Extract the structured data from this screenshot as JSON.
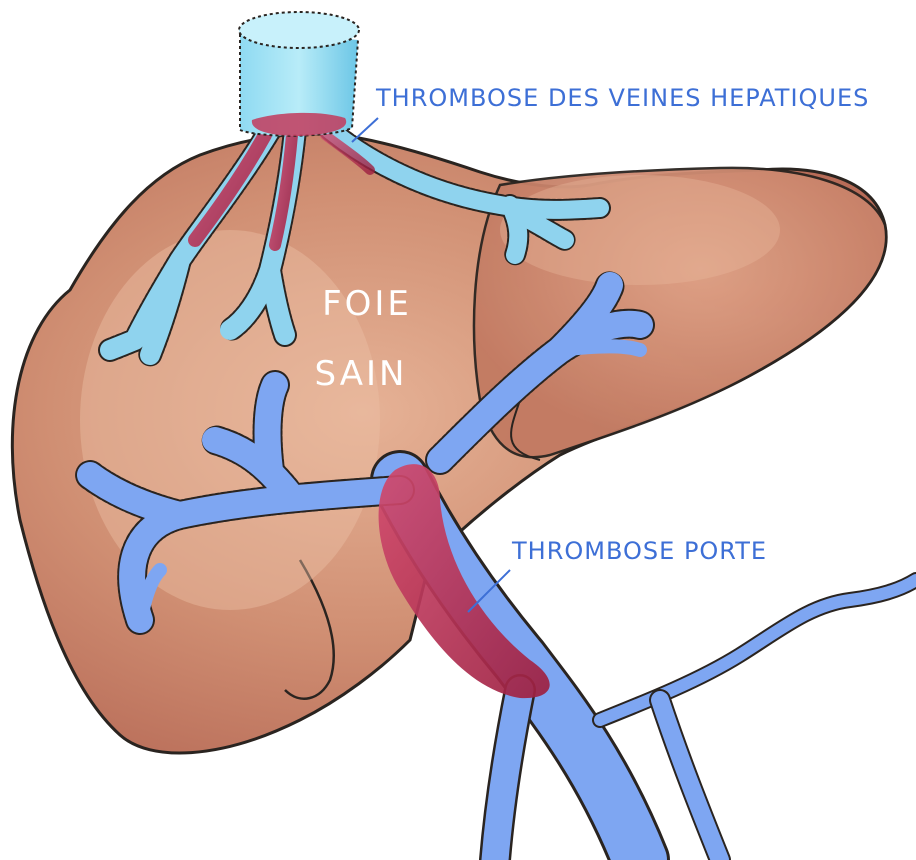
{
  "labels": {
    "hepatic_thrombosis": "THROMBOSE DES VEINES HEPATIQUES",
    "portal_thrombosis": "THROMBOSE PORTE",
    "organ_line1": "FOIE",
    "organ_line2": "SAIN"
  },
  "colors": {
    "liver": "#c98066",
    "liver_light": "#e3a88e",
    "outline": "#2a2420",
    "vessel": "#7ea6f2",
    "vessel_light": "#9ed8f0",
    "thrombus": "#b02a4e",
    "label_text": "#3d6fd6"
  },
  "icons": {
    "liver": "liver-illustration",
    "vena_cava": "vena-cava-cylinder"
  }
}
